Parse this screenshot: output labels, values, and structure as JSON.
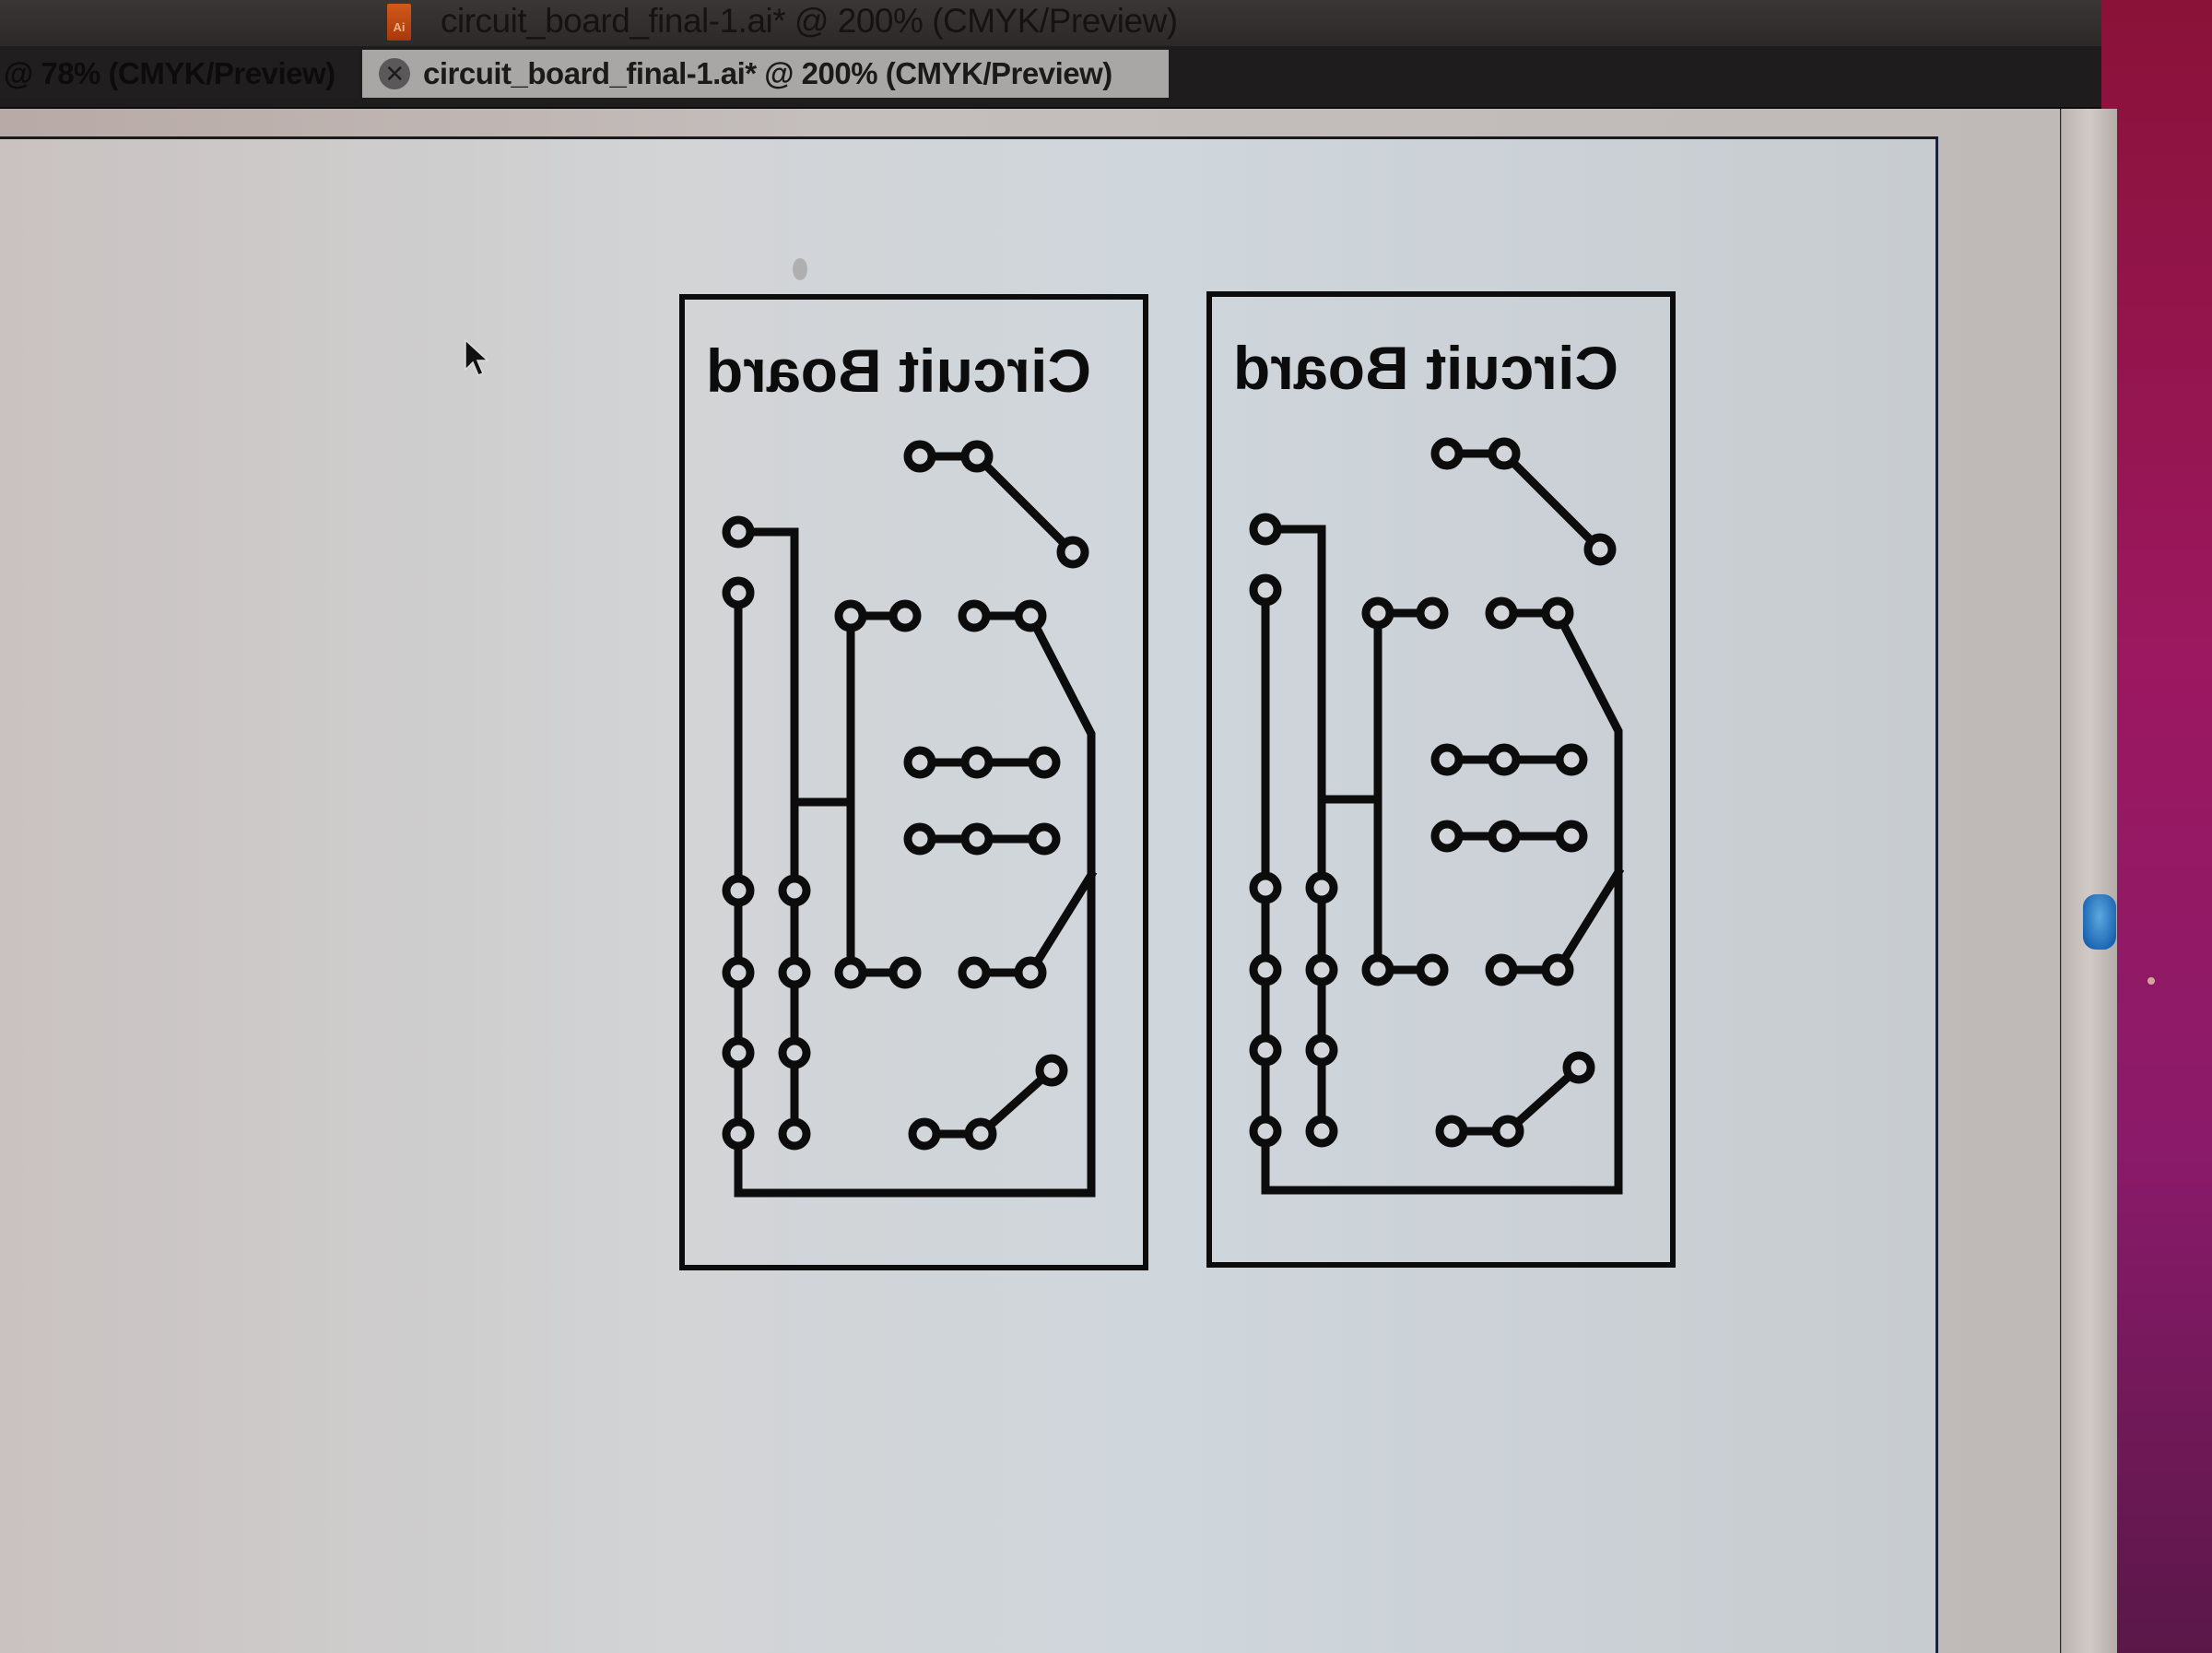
{
  "window": {
    "title": "circuit_board_final-1.ai* @ 200% (CMYK/Preview)",
    "app_icon": "illustrator-file-icon",
    "app_icon_label": "Ai"
  },
  "tabs": [
    {
      "label": "@ 78% (CMYK/Preview)",
      "active": false
    },
    {
      "label": "circuit_board_final-1.ai* @ 200% (CMYK/Preview)",
      "active": true,
      "close_icon": "close-icon"
    }
  ],
  "document": {
    "zoom": "200%",
    "color_mode": "CMYK/Preview",
    "filename": "circuit_board_final-1.ai",
    "modified": true
  },
  "artwork": {
    "boards": [
      {
        "label": "Circuit Board",
        "mirrored": true
      },
      {
        "label": "Circuit Board",
        "mirrored": true
      }
    ],
    "stroke_color": "#0c0c0c"
  },
  "scrollbar": {
    "thumb_color": "#1a62b0"
  },
  "colors": {
    "desktop": "#9c1860",
    "titlebar": "#2c2929",
    "active_tab": "#a8a7a5",
    "artboard": "#d2d4d6"
  }
}
